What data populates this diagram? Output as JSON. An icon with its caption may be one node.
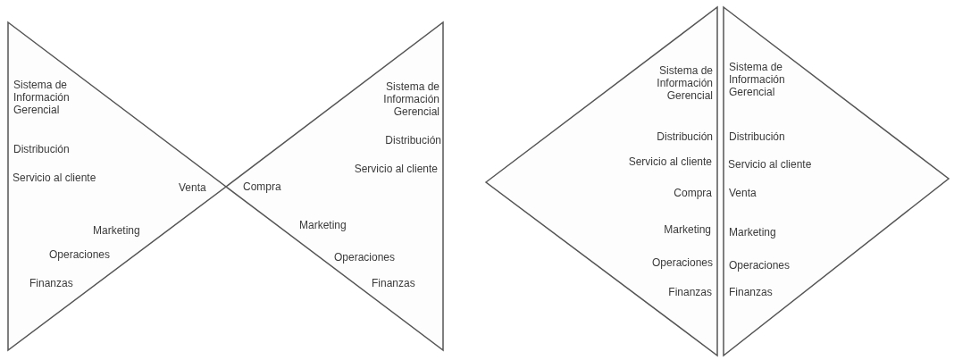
{
  "diagram": {
    "nodes": [
      {
        "text": [
          "Sistema de Información Gerencial",
          "Distribución",
          "Servicio al cliente",
          "Venta",
          "Marketing",
          "Operaciones",
          "Finanzas"
        ]
      },
      {
        "text": [
          "Sistema de Información Gerencial",
          "Distribución",
          "Servicio al cliente",
          "Compra",
          "Marketing",
          "Operaciones",
          "Finanzas"
        ]
      },
      {
        "text": [
          "Sistema de Información Gerencial",
          "Distribución",
          "Servicio al cliente",
          "Compra",
          "Marketing",
          "Operaciones",
          "Finanzas"
        ]
      },
      {
        "text": [
          "Sistema de Información Gerencial",
          "Distribución",
          "Servicio al cliente",
          "Venta",
          "Marketing",
          "Operaciones",
          "Finanzas"
        ]
      }
    ],
    "edges": []
  }
}
